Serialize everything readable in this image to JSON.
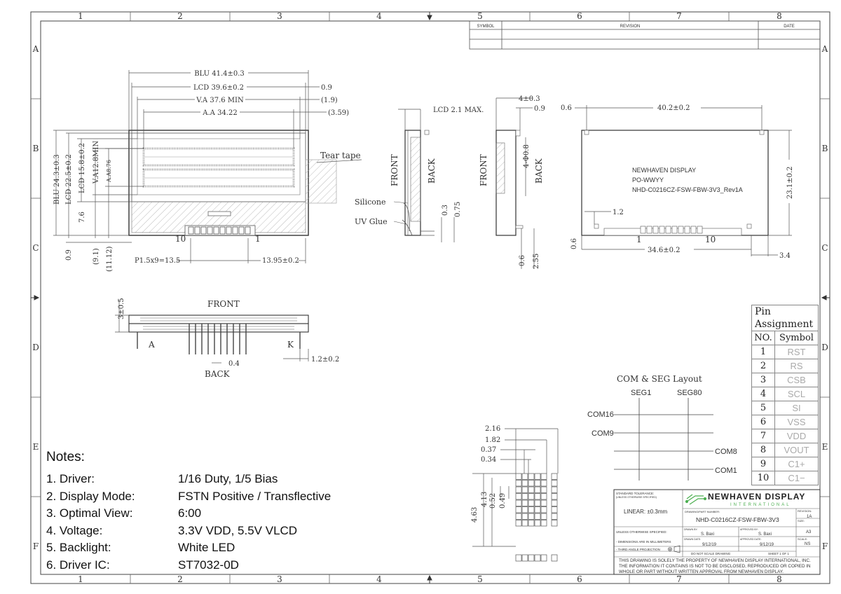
{
  "border": {
    "columns": [
      "1",
      "2",
      "3",
      "4",
      "5",
      "6",
      "7",
      "8"
    ],
    "rows": [
      "A",
      "B",
      "C",
      "D",
      "E",
      "F"
    ]
  },
  "revision_block": {
    "symbol": "SYMBOL",
    "revision": "REVISION",
    "date": "DATE"
  },
  "front_view": {
    "blu": "BLU 41.4±0.3",
    "lcd": "LCD 39.6±0.2",
    "va": "V.A 37.6 MIN",
    "aa": "A.A 34.22",
    "r09": "0.9",
    "r19": "(1.9)",
    "r359": "(3.59)",
    "tear_tape": "Tear tape",
    "blu_h": "BLU 24.3±0.3",
    "lcd_h": "LCD 22.5±0.2",
    "lcd_h2": "LCD 15.8±0.2",
    "va_h": "V.A12.8MIN",
    "aa_h": "A.A8.76",
    "d76": "7.6",
    "d09": "0.9",
    "d91": "(9.1)",
    "d1112": "(11.12)",
    "pin10": "10",
    "pin1": "1",
    "pitch": "P1.5x9=13.5",
    "d1395": "13.95±0.2"
  },
  "side_view": {
    "lcd_max": "LCD 2.1 MAX.",
    "front": "FRONT",
    "back": "BACK",
    "silicone": "Silicone",
    "uv_glue": "UV Glue",
    "d03": "0.3",
    "d075": "0.75"
  },
  "side_view2": {
    "d4": "4±0.3",
    "d09": "0.9",
    "d408": "4-Φ0.8",
    "front": "FRONT",
    "back": "BACK",
    "d06": "0.6",
    "d255": "2.55"
  },
  "back_view": {
    "d06": "0.6",
    "d402": "40.2±0.2",
    "label1": "NEWHAVEN DISPLAY",
    "label2": "PO-WWYY",
    "label3": "NHD-C0216CZ-FSW-FBW-3V3_Rev1A",
    "d231": "23.1±0.2",
    "d12": "1.2",
    "pin1": "1",
    "pin10": "10",
    "d06b": "0.6",
    "d346": "34.6±0.2",
    "d34": "3.4"
  },
  "top_view": {
    "d3": "3±0.5",
    "front": "FRONT",
    "a": "A",
    "k": "K",
    "d04": "0.4",
    "d12": "1.2±0.2",
    "back": "BACK"
  },
  "pixel_detail": {
    "d216": "2.16",
    "d182": "1.82",
    "d037": "0.37",
    "d034": "0.34",
    "d463": "4.63",
    "d413": "4.13",
    "d052": "0.52",
    "d049": "0.49"
  },
  "com_seg": {
    "title": "COM & SEG Layout",
    "seg1": "SEG1",
    "seg80": "SEG80",
    "com16": "COM16",
    "com9": "COM9",
    "com8": "COM8",
    "com1": "COM1"
  },
  "pin_assignment": {
    "title1": "Pin",
    "title2": "Assignment",
    "col_no": "NO.",
    "col_symbol": "Symbol",
    "rows": [
      {
        "no": "1",
        "symbol": "RST"
      },
      {
        "no": "2",
        "symbol": "RS"
      },
      {
        "no": "3",
        "symbol": "CSB"
      },
      {
        "no": "4",
        "symbol": "SCL"
      },
      {
        "no": "5",
        "symbol": "SI"
      },
      {
        "no": "6",
        "symbol": "VSS"
      },
      {
        "no": "7",
        "symbol": "VDD"
      },
      {
        "no": "8",
        "symbol": "VOUT"
      },
      {
        "no": "9",
        "symbol": "C1+"
      },
      {
        "no": "10",
        "symbol": "C1−"
      }
    ]
  },
  "notes": {
    "title": "Notes:",
    "items": [
      {
        "label": "1. Driver:",
        "value": "1/16 Duty, 1/5 Bias"
      },
      {
        "label": "2. Display Mode:",
        "value": "FSTN Positive / Transflective"
      },
      {
        "label": "3. Optimal View:",
        "value": "6:00"
      },
      {
        "label": "4. Voltage:",
        "value": "3.3V VDD, 5.5V VLCD"
      },
      {
        "label": "5. Backlight:",
        "value": "White LED"
      },
      {
        "label": "6. Driver IC:",
        "value": "ST7032-0D"
      }
    ]
  },
  "title_block": {
    "std_tol": "STANDARD TOLERANCE:",
    "std_tol2": "(UNLESS OTHERWISE SPECIFIED)",
    "linear": "LINEAR:  ±0.3mm",
    "company": "NEWHAVEN DISPLAY",
    "intl": "INTERNATIONAL",
    "part_lbl": "DRAWING/PART NUMBER:",
    "part": "NHD-C0216CZ-FSW-FBW-3V3",
    "rev_lbl": "REVISION:",
    "rev": "1A",
    "size_lbl": "SIZE:",
    "size": "A3",
    "unless": "UNLESS OTHERWISE SPECIFIED:",
    "drawn_by_lbl": "DRAWN BY:",
    "drawn_by": "S. Baxi",
    "approved_by_lbl": "APPROVED BY:",
    "approved_by": "S. Baxi",
    "scale_lbl": "SCALE:",
    "scale": "NS",
    "dims": "- DIMENSIONS ARE IN MILLIMETERS",
    "drawn_date_lbl": "DRAWN DATE:",
    "drawn_date": "9/12/19",
    "approved_date_lbl": "APPROVED DATE:",
    "approved_date": "9/12/19",
    "third_angle": "- THIRD ANGLE PROJECTION",
    "do_not_scale": "DO NOT SCALE DRAWING",
    "sheet": "SHEET 1 OF 1",
    "disclaimer1": "THIS DRAWING IS SOLELY THE PROPERTY OF NEWHAVEN DISPLAY INTERNATIONAL, INC.",
    "disclaimer2": "THE INFORMATION IT CONTAINS IS NOT TO BE DISCLOSED, REPRODUCED OR COPIED IN",
    "disclaimer3": "WHOLE OR PART WITHOUT WRITTEN APPROVAL FROM NEWHAVEN DISPLAY."
  }
}
